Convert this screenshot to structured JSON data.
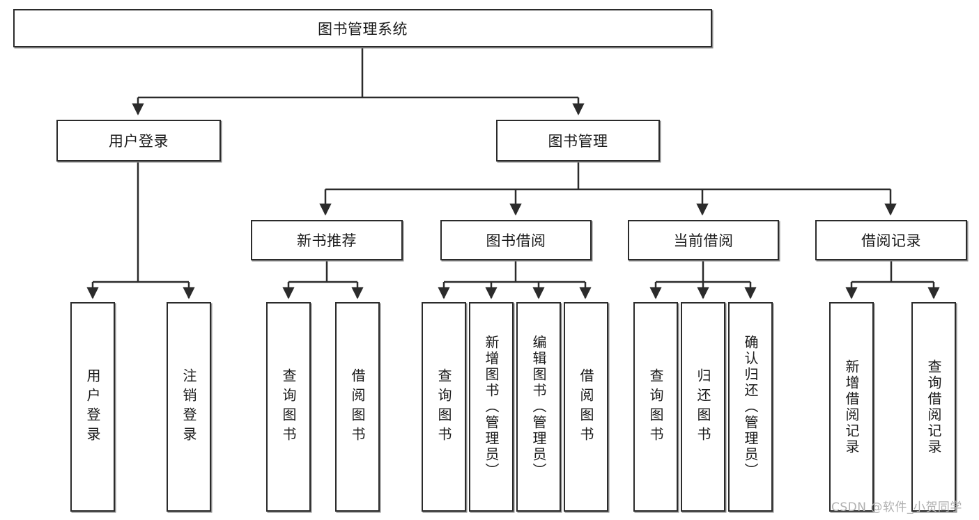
{
  "diagram": {
    "title_node": {
      "label": "图书管理系统"
    },
    "level1": [
      {
        "label": "用户登录"
      },
      {
        "label": "图书管理"
      }
    ],
    "level2": [
      {
        "label": "新书推荐"
      },
      {
        "label": "图书借阅"
      },
      {
        "label": "当前借阅"
      },
      {
        "label": "借阅记录"
      }
    ],
    "leaves": {
      "user_login": [
        {
          "label": "用户登录"
        },
        {
          "label": "注销登录"
        }
      ],
      "new_book": [
        {
          "label": "查询图书"
        },
        {
          "label": "借阅图书"
        }
      ],
      "borrow_book": [
        {
          "label": "查询图书"
        },
        {
          "label": "新增图书（管理员）"
        },
        {
          "label": "编辑图书（管理员）"
        },
        {
          "label": "借阅图书"
        }
      ],
      "current_borrow": [
        {
          "label": "查询图书"
        },
        {
          "label": "归还图书"
        },
        {
          "label": "确认归还（管理员）"
        }
      ],
      "borrow_record": [
        {
          "label": "新增借阅记录"
        },
        {
          "label": "查询借阅记录"
        }
      ]
    }
  },
  "watermark": {
    "text": "CSDN @软件_小贺同学"
  },
  "colors": {
    "box_border": "#2b2b2b",
    "box_fill": "#ffffff",
    "connector": "#2b2b2b",
    "text": "#1b1b1b",
    "watermark": "#b0b0b0"
  }
}
